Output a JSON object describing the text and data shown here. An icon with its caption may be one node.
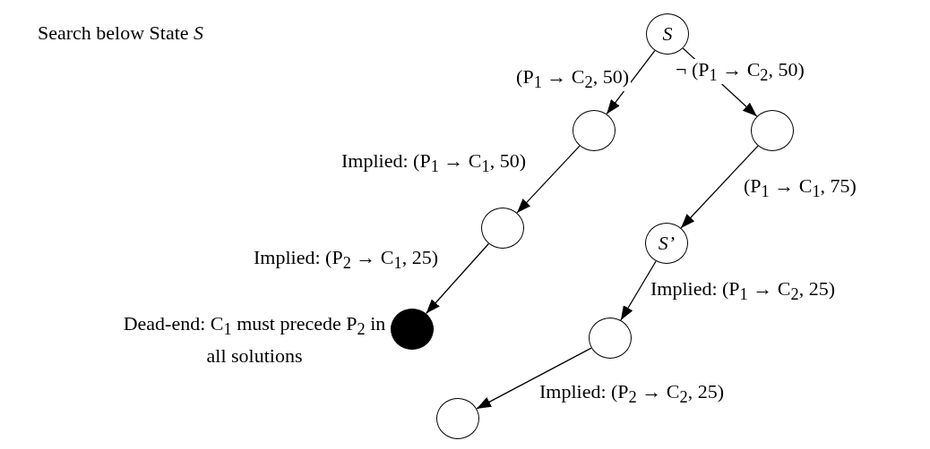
{
  "diagram": {
    "title": "Search below State *S*",
    "nodes": [
      {
        "text": [
          "S"
        ]
      },
      {
        "text": [],
        "shape": "circle"
      },
      {
        "text": [],
        "shape": "circle"
      },
      {
        "text": [],
        "shape": "circle"
      },
      {
        "text": [
          "S’"
        ]
      },
      {
        "text": [],
        "shape": "circle",
        "beside": [
          "Dead-end: C$_{1}$ must precede P$_{2}$ in all solutions"
        ]
      },
      {
        "text": [],
        "shape": "circle"
      },
      {
        "text": [],
        "shape": "circle"
      }
    ],
    "edges": [
      {
        "from": 0,
        "to": 1,
        "arrow": "to",
        "label": "(P$_{1}$ → C$_{2}$, 50)"
      },
      {
        "from": 0,
        "to": 2,
        "arrow": "to",
        "label": "¬ (P$_{1}$ → C$_{2}$, 50)"
      },
      {
        "from": 1,
        "to": 3,
        "arrow": "to",
        "label": "Implied: (P$_{1}$ → C$_{1}$, 50)"
      },
      {
        "from": 2,
        "to": 4,
        "arrow": "to",
        "label": "(P$_{1}$ → C$_{1}$, 75)"
      },
      {
        "from": 3,
        "to": 5,
        "arrow": "to",
        "label": "Implied: (P$_{2}$ → C$_{1}$, 25)"
      },
      {
        "from": 4,
        "to": 6,
        "arrow": "to",
        "label": "Implied: (P$_{1}$ → C$_{2}$, 25)"
      },
      {
        "from": 6,
        "to": 7,
        "arrow": "to",
        "label": "Implied: (P$_{2}$ → C$_{2}$, 25)"
      }
    ]
  }
}
